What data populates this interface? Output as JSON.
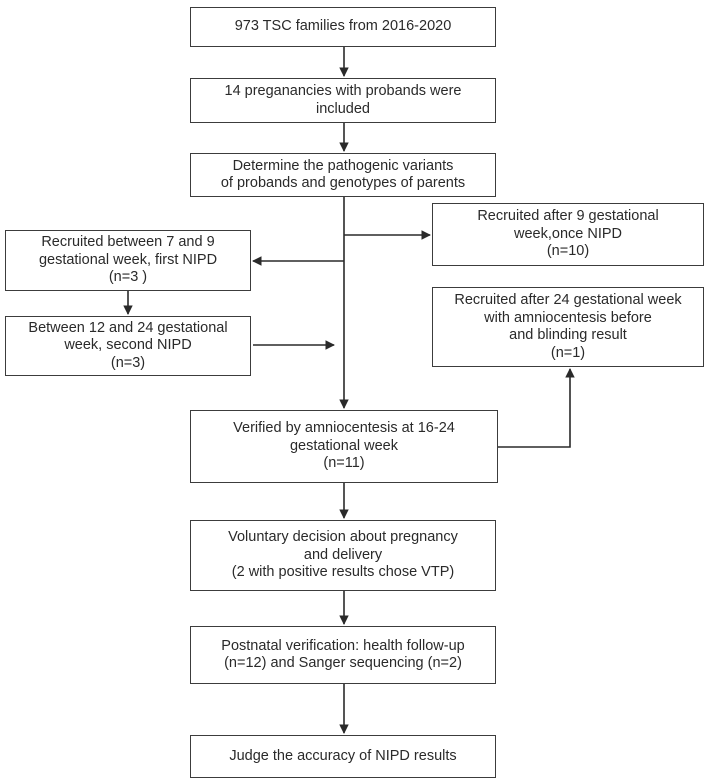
{
  "boxes": {
    "families": [
      "973 TSC families from 2016-2020"
    ],
    "pregnancies": [
      "14 preganancies with probands were",
      "included"
    ],
    "determine": [
      "Determine the pathogenic variants",
      "of probands and genotypes of parents"
    ],
    "after9": [
      "Recruited after 9 gestational",
      "week,once NIPD",
      "(n=10)"
    ],
    "between7_9": [
      "Recruited between 7 and 9",
      "gestational week, first NIPD",
      "(n=3 )"
    ],
    "after24": [
      "Recruited after 24 gestational week",
      "with amniocentesis before",
      "and blinding result",
      "(n=1)"
    ],
    "between12_24": [
      "Between 12 and 24 gestational",
      "week, second NIPD",
      "(n=3)"
    ],
    "verified": [
      "Verified by amniocentesis at 16-24",
      "gestational week",
      "(n=11)"
    ],
    "voluntary": [
      "Voluntary decision about pregnancy",
      "and  delivery",
      "(2 with positive results chose VTP)"
    ],
    "postnatal": [
      "Postnatal verification:  health follow-up",
      "(n=12) and Sanger sequencing (n=2)"
    ],
    "judge": [
      "Judge the accuracy of NIPD results"
    ]
  }
}
